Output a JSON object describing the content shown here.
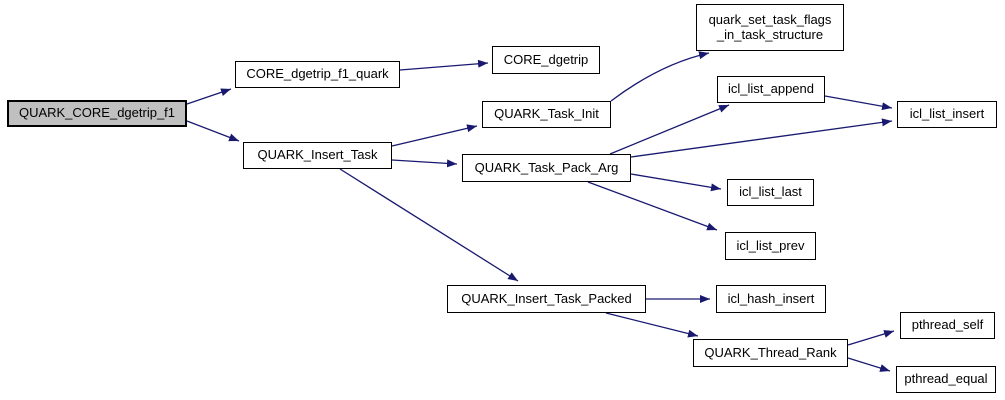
{
  "diagram": {
    "type": "call-graph",
    "colors": {
      "background": "#ffffff",
      "edge": "#191970",
      "node_border": "#000000",
      "node_fill": "#ffffff",
      "highlight_fill": "#c0c0c0",
      "text": "#000000"
    },
    "nodes": [
      {
        "id": "QUARK_CORE_dgetrip_f1",
        "label": "QUARK_CORE_dgetrip_f1",
        "highlighted": true
      },
      {
        "id": "CORE_dgetrip_f1_quark",
        "label": "CORE_dgetrip_f1_quark",
        "highlighted": false
      },
      {
        "id": "CORE_dgetrip",
        "label": "CORE_dgetrip",
        "highlighted": false
      },
      {
        "id": "QUARK_Task_Init",
        "label": "QUARK_Task_Init",
        "highlighted": false
      },
      {
        "id": "QUARK_Task_Pack_Arg",
        "label": "QUARK_Task_Pack_Arg",
        "highlighted": false
      },
      {
        "id": "QUARK_Insert_Task",
        "label": "QUARK_Insert_Task",
        "highlighted": false
      },
      {
        "id": "quark_set_task_flags_in_task_structure",
        "label": "quark_set_task_flags\n_in_task_structure",
        "highlighted": false
      },
      {
        "id": "icl_list_append",
        "label": "icl_list_append",
        "highlighted": false
      },
      {
        "id": "icl_list_insert",
        "label": "icl_list_insert",
        "highlighted": false
      },
      {
        "id": "icl_list_last",
        "label": "icl_list_last",
        "highlighted": false
      },
      {
        "id": "icl_list_prev",
        "label": "icl_list_prev",
        "highlighted": false
      },
      {
        "id": "QUARK_Insert_Task_Packed",
        "label": "QUARK_Insert_Task_Packed",
        "highlighted": false
      },
      {
        "id": "icl_hash_insert",
        "label": "icl_hash_insert",
        "highlighted": false
      },
      {
        "id": "QUARK_Thread_Rank",
        "label": "QUARK_Thread_Rank",
        "highlighted": false
      },
      {
        "id": "pthread_self",
        "label": "pthread_self",
        "highlighted": false
      },
      {
        "id": "pthread_equal",
        "label": "pthread_equal",
        "highlighted": false
      }
    ],
    "edges": [
      {
        "from": "QUARK_CORE_dgetrip_f1",
        "to": "CORE_dgetrip_f1_quark"
      },
      {
        "from": "QUARK_CORE_dgetrip_f1",
        "to": "QUARK_Insert_Task"
      },
      {
        "from": "CORE_dgetrip_f1_quark",
        "to": "CORE_dgetrip"
      },
      {
        "from": "QUARK_Insert_Task",
        "to": "QUARK_Task_Init"
      },
      {
        "from": "QUARK_Insert_Task",
        "to": "QUARK_Task_Pack_Arg"
      },
      {
        "from": "QUARK_Insert_Task",
        "to": "QUARK_Insert_Task_Packed"
      },
      {
        "from": "QUARK_Task_Init",
        "to": "quark_set_task_flags_in_task_structure"
      },
      {
        "from": "QUARK_Task_Pack_Arg",
        "to": "icl_list_append"
      },
      {
        "from": "QUARK_Task_Pack_Arg",
        "to": "icl_list_insert"
      },
      {
        "from": "QUARK_Task_Pack_Arg",
        "to": "icl_list_last"
      },
      {
        "from": "QUARK_Task_Pack_Arg",
        "to": "icl_list_prev"
      },
      {
        "from": "icl_list_append",
        "to": "icl_list_insert"
      },
      {
        "from": "QUARK_Insert_Task_Packed",
        "to": "icl_hash_insert"
      },
      {
        "from": "QUARK_Insert_Task_Packed",
        "to": "QUARK_Thread_Rank"
      },
      {
        "from": "QUARK_Thread_Rank",
        "to": "pthread_self"
      },
      {
        "from": "QUARK_Thread_Rank",
        "to": "pthread_equal"
      }
    ]
  }
}
